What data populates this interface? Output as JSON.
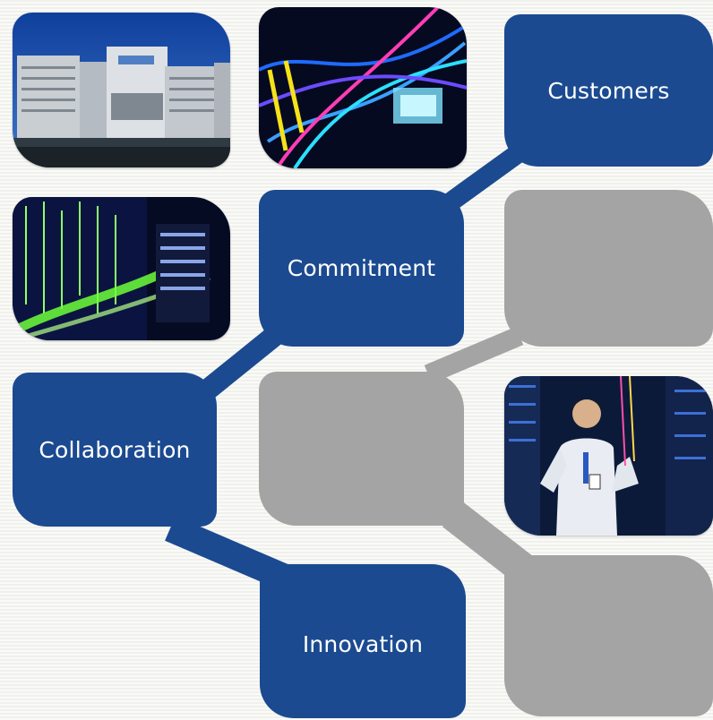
{
  "diagram": {
    "nodes": {
      "customers": "Customers",
      "commitment": "Commitment",
      "collaboration": "Collaboration",
      "innovation": "Innovation"
    },
    "photos": [
      {
        "name": "office-building-photo"
      },
      {
        "name": "fiber-cables-photo"
      },
      {
        "name": "server-lights-photo"
      },
      {
        "name": "technician-server-photo"
      }
    ]
  },
  "colors": {
    "node_blue": "#1b4a90",
    "node_gray": "#a4a4a4",
    "background": "#f3f4ef"
  }
}
